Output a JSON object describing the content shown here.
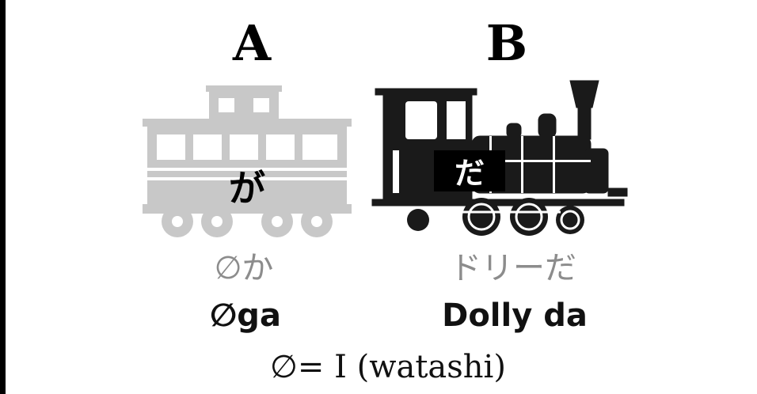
{
  "labels": {
    "a": "A",
    "b": "B"
  },
  "car": {
    "kana": "が",
    "color": "#c8c8c8"
  },
  "locomotive": {
    "kana": "だ",
    "color": "#1a1a1a"
  },
  "readings": {
    "a_kana": "∅か",
    "b_kana": "ドリーだ",
    "a_romaji": "∅ga",
    "b_romaji": "Dolly da"
  },
  "footnote": "∅= I (watashi)"
}
